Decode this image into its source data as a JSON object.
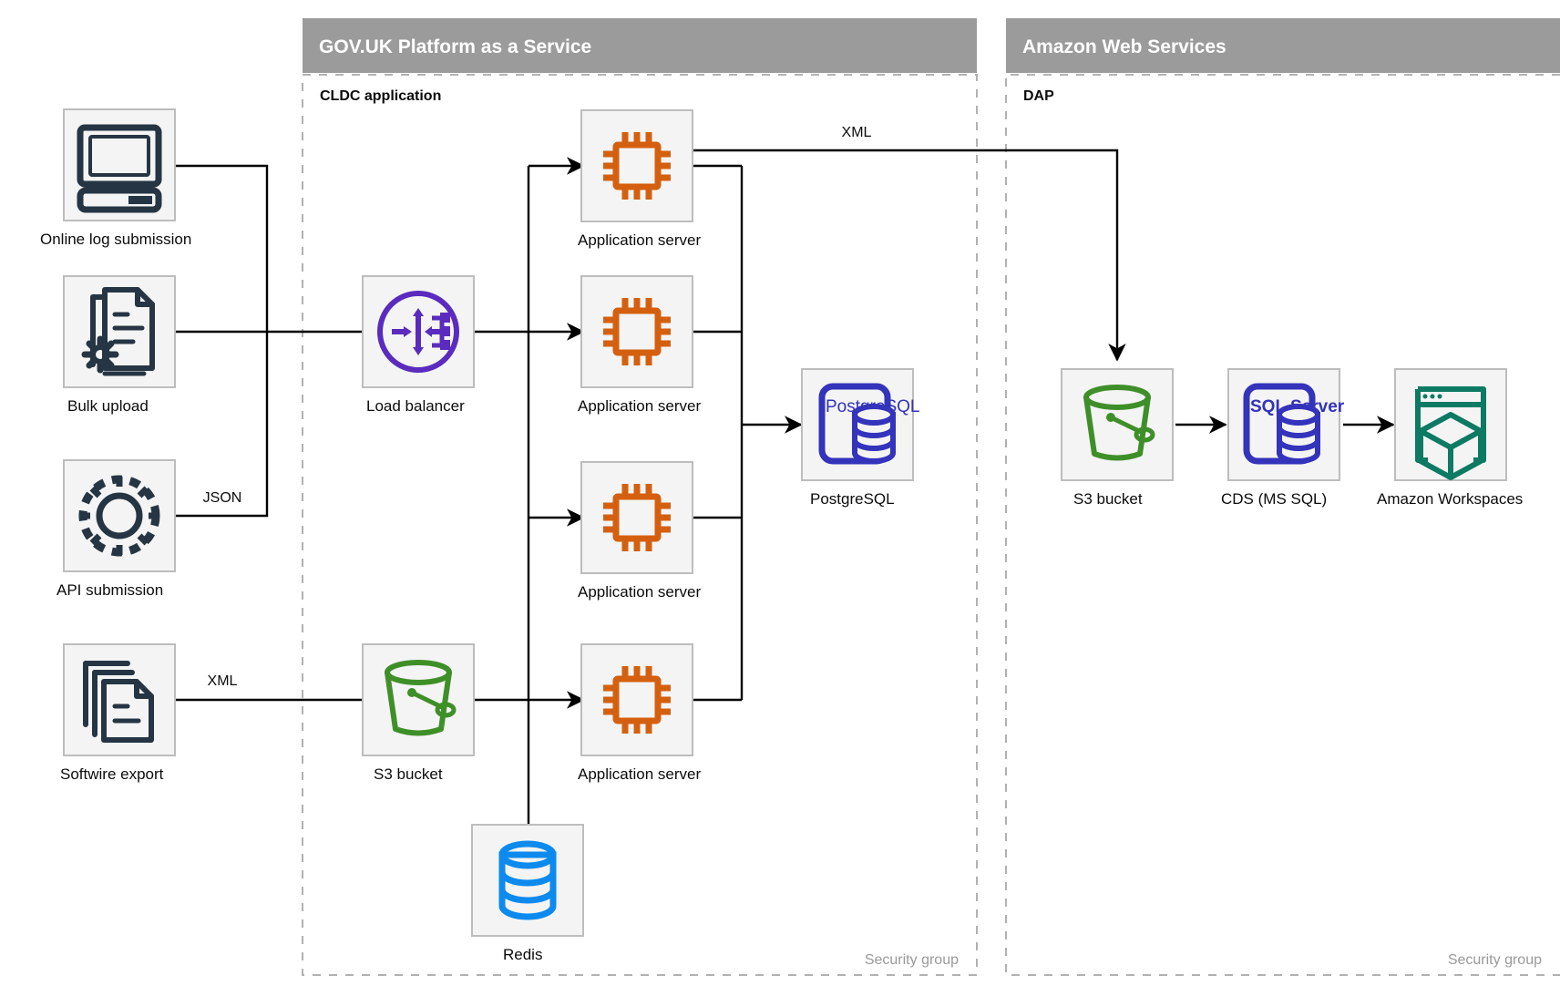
{
  "zones": [
    {
      "id": "paas",
      "title": "GOV.UK Platform as a Service",
      "group_title": "CLDC application",
      "security_label": "Security group"
    },
    {
      "id": "aws",
      "title": "Amazon Web Services",
      "group_title": "DAP",
      "security_label": "Security group"
    }
  ],
  "nodes": {
    "online_log": {
      "label": "Online log submission",
      "icon": "desktop-computer-icon"
    },
    "bulk_upload": {
      "label": "Bulk upload",
      "icon": "documents-gear-icon"
    },
    "api_submission": {
      "label": "API submission",
      "icon": "gear-icon"
    },
    "softwire_export": {
      "label": "Softwire export",
      "icon": "document-stack-icon"
    },
    "load_balancer": {
      "label": "Load balancer",
      "icon": "load-balancer-icon"
    },
    "s3_paas": {
      "label": "S3 bucket",
      "icon": "s3-bucket-icon"
    },
    "app_server_1": {
      "label": "Application server",
      "icon": "cpu-chip-icon"
    },
    "app_server_2": {
      "label": "Application server",
      "icon": "cpu-chip-icon"
    },
    "app_server_3": {
      "label": "Application server",
      "icon": "cpu-chip-icon"
    },
    "app_server_4": {
      "label": "Application server",
      "icon": "cpu-chip-icon"
    },
    "postgres": {
      "label": "PostgreSQL",
      "icon": "postgresql-icon",
      "badge": "PostgreSQL"
    },
    "redis": {
      "label": "Redis",
      "icon": "redis-database-icon"
    },
    "s3_aws": {
      "label": "S3 bucket",
      "icon": "s3-bucket-icon"
    },
    "cds": {
      "label": "CDS (MS SQL)",
      "icon": "sql-server-icon",
      "badge": "SQL Server"
    },
    "workspaces": {
      "label": "Amazon Workspaces",
      "icon": "amazon-workspaces-icon"
    }
  },
  "edge_labels": {
    "api_json": "JSON",
    "softwire_xml": "XML",
    "appserver_xml": "XML"
  },
  "colors": {
    "zone_band": "#9b9b9b",
    "node_fill": "#f4f4f4",
    "node_stroke": "#bdbdbd",
    "connector": "#000000",
    "icon_dark": "#263544",
    "icon_purple": "#5a2bbe",
    "icon_orange": "#d4600f",
    "icon_green": "#3f8f29",
    "icon_blue": "#0d8aee",
    "icon_indigo": "#3333bb",
    "icon_teal": "#0d7a63",
    "security_label": "#9a9a9a"
  }
}
